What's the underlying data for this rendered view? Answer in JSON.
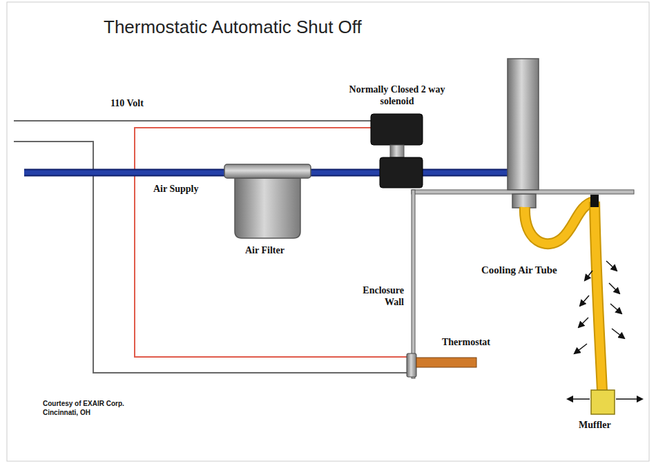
{
  "diagram": {
    "title": "Thermostatic Automatic Shut Off",
    "labels": [
      "110 Volt",
      "Normally Closed 2 way solenoid",
      "Air Supply",
      "Air Filter",
      "Enclosure Wall",
      "Thermostat",
      "Cooling Air Tube",
      "Muffler",
      "Courtesy of EXAIR Corp. Cincinnati, OH"
    ]
  }
}
